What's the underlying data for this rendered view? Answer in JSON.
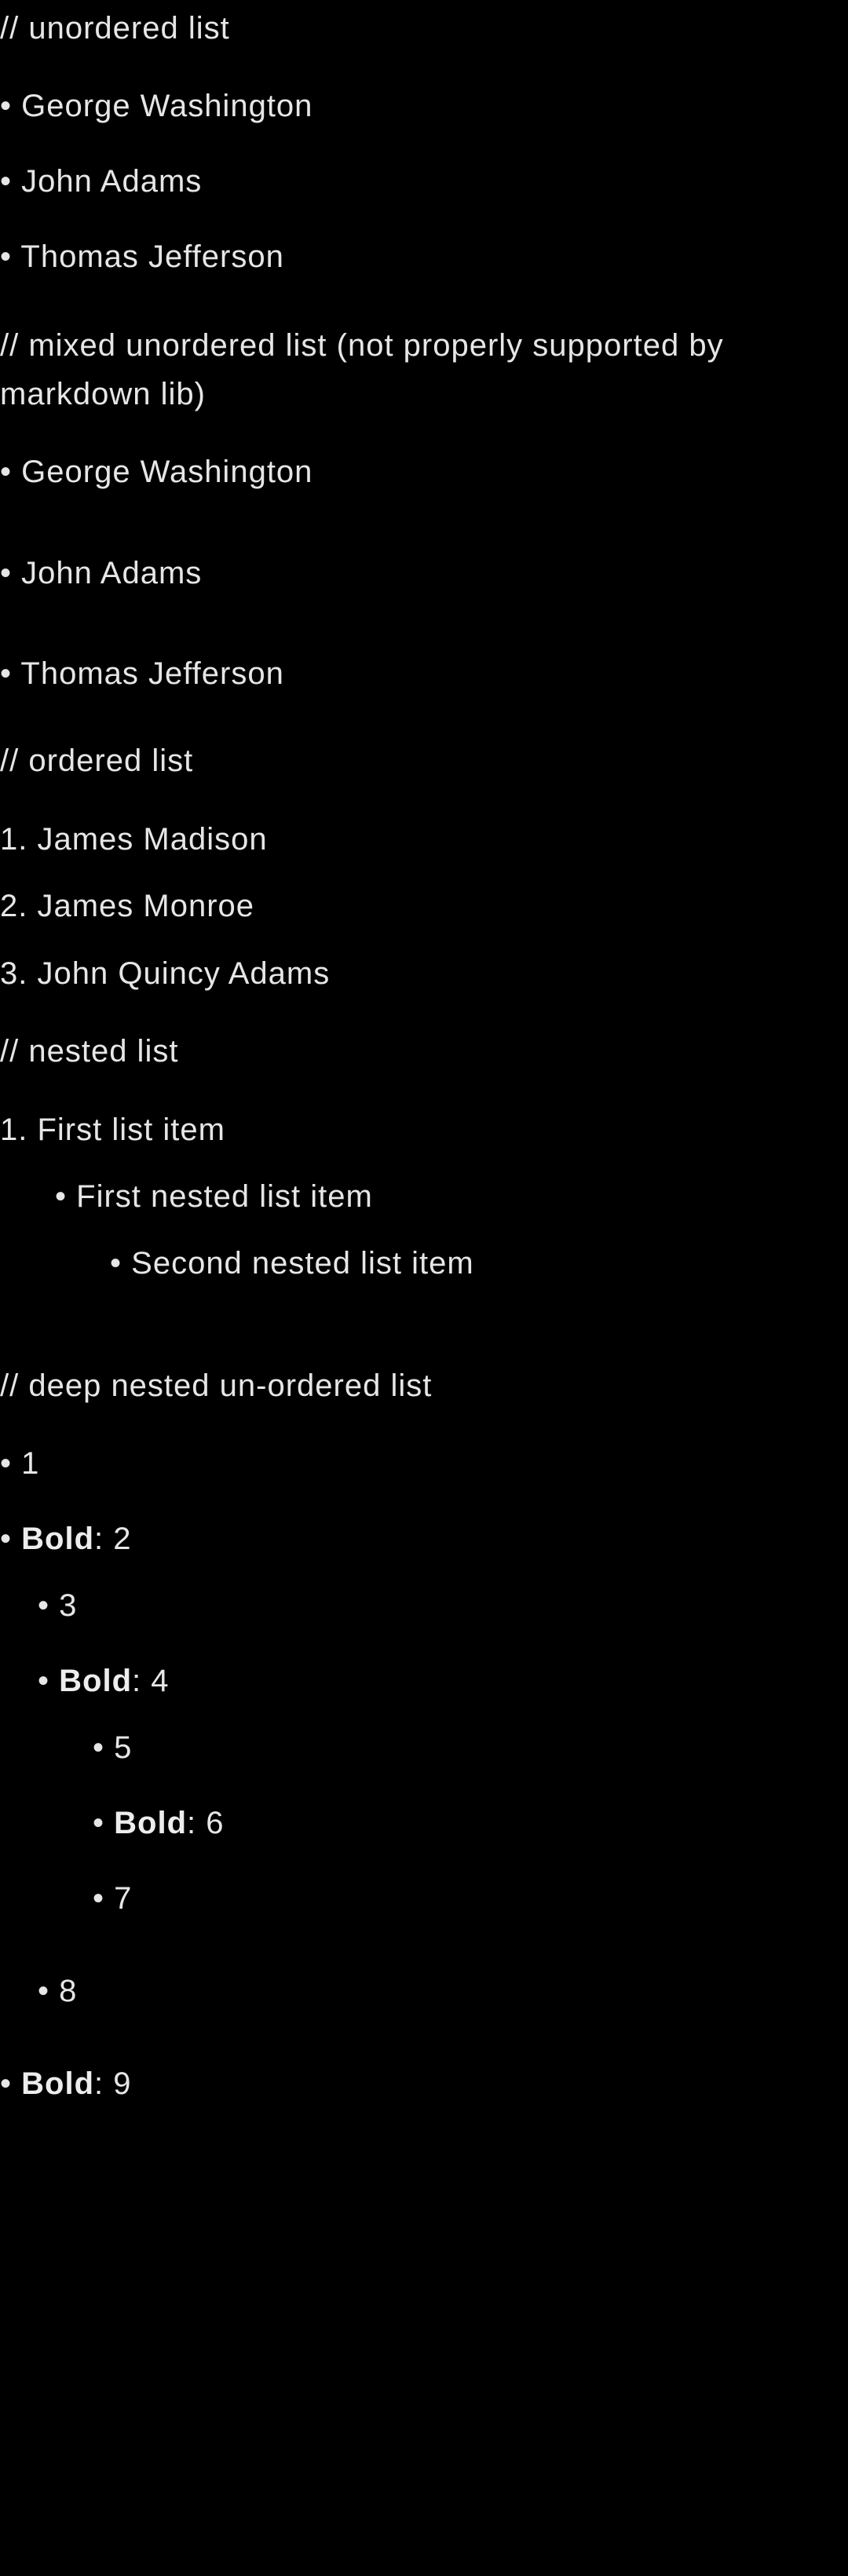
{
  "bullet": "•",
  "unordered": {
    "comment": "// unordered list",
    "items": [
      "George Washington",
      "John Adams",
      "Thomas Jefferson"
    ]
  },
  "mixed": {
    "comment": "// mixed unordered list (not properly supported by markdown lib)",
    "items": [
      "George Washington",
      "John Adams",
      "Thomas Jefferson"
    ]
  },
  "ordered": {
    "comment": "// ordered list",
    "items": [
      {
        "num": "1.",
        "text": "James Madison"
      },
      {
        "num": "2.",
        "text": "James Monroe"
      },
      {
        "num": "3.",
        "text": "John Quincy Adams"
      }
    ]
  },
  "nested": {
    "comment": "// nested list",
    "item": {
      "num": "1.",
      "text": "First list item"
    },
    "child": "First nested list item",
    "grandchild": "Second nested list item"
  },
  "deep": {
    "comment": "// deep nested un-ordered list",
    "bold_label": "Bold",
    "items": [
      "1",
      "2",
      "3",
      "4",
      "5",
      "6",
      "7",
      "8",
      "9"
    ]
  }
}
